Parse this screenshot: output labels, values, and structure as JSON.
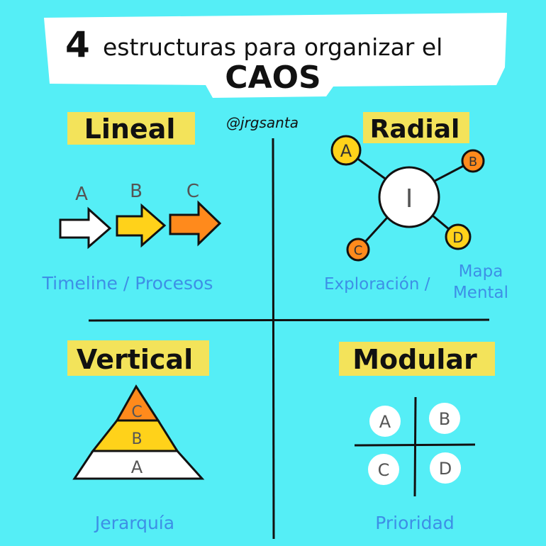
{
  "title": {
    "line1_number": "4",
    "line1_text": "estructuras para organizar el",
    "line2": "CAOS"
  },
  "author": "@jrgsanta",
  "colors": {
    "background": "#55eef6",
    "highlight": "#f3e35a",
    "yellow": "#ffd21a",
    "orange": "#ff8a1c",
    "label": "#3d8fe6",
    "ink": "#111111"
  },
  "quadrants": {
    "lineal": {
      "heading": "Lineal",
      "steps": [
        "A",
        "B",
        "C"
      ],
      "caption": "Timeline / Procesos"
    },
    "radial": {
      "heading": "Radial",
      "center": "I",
      "nodes": [
        "A",
        "B",
        "C",
        "D"
      ],
      "caption_left": "Exploración /",
      "caption_right_1": "Mapa",
      "caption_right_2": "Mental"
    },
    "vertical": {
      "heading": "Vertical",
      "levels": [
        "C",
        "B",
        "A"
      ],
      "caption": "Jerarquía"
    },
    "modular": {
      "heading": "Modular",
      "cells": [
        "A",
        "B",
        "C",
        "D"
      ],
      "caption": "Prioridad"
    }
  }
}
